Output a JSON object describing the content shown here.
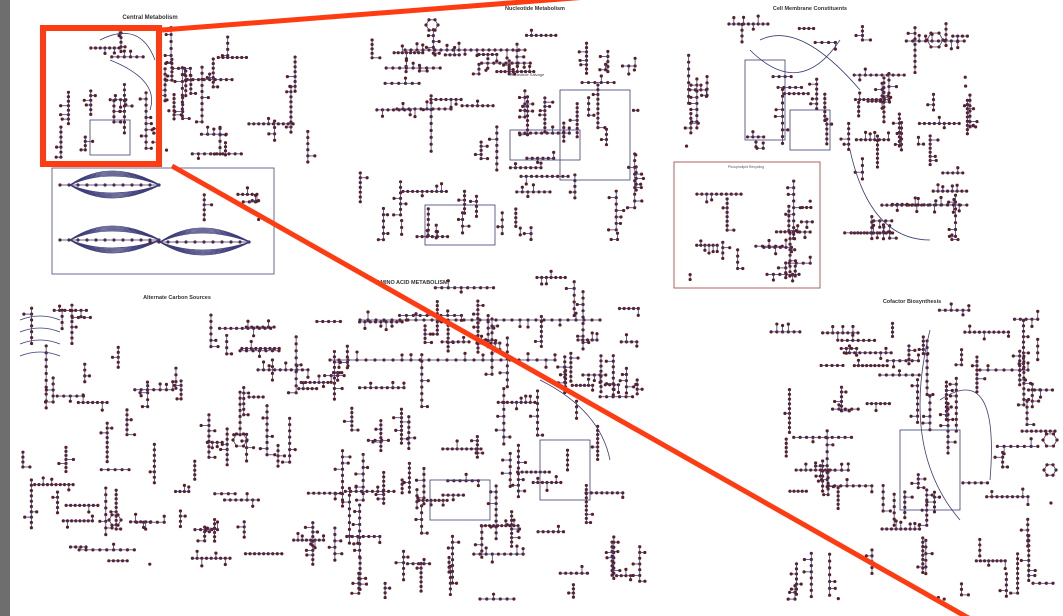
{
  "sections": {
    "central": "Central Metabolism",
    "nucleotide": "Nucleotide Metabolism",
    "nucleotide_salvage": "Nucleotide Salvage",
    "membrane": "Cell Membrane Constituents",
    "phospho": "Phospholipid Recycling",
    "alternate": "Alternate Carbon Sources",
    "amino": "AMINO ACID METABOLISM",
    "cofactor": "Cofactor Biosynthesis"
  },
  "colors": {
    "background": "#6e6e6e",
    "map": "#ffffff",
    "edge": "#3c3c78",
    "node": "#5a1e28",
    "box": "#6a6a9a",
    "phospho_box": "#b06060",
    "highlight": "#ff3b12"
  }
}
